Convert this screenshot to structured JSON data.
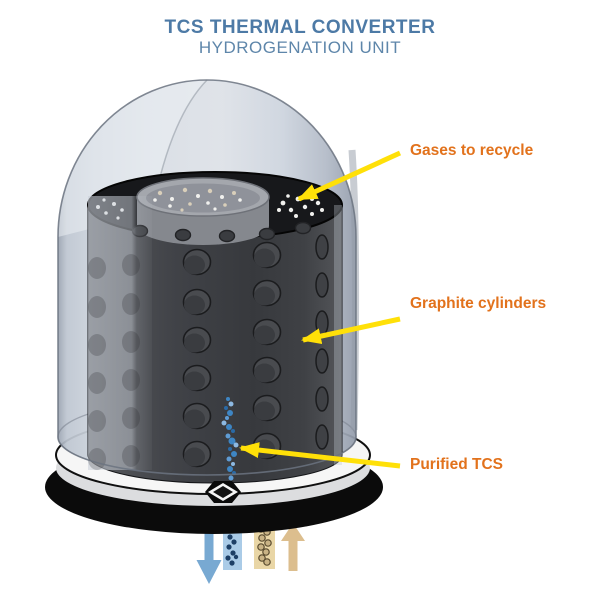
{
  "title": {
    "line1": "TCS THERMAL CONVERTER",
    "line2": "HYDROGENATION UNIT"
  },
  "callouts": {
    "gases": {
      "text": "Gases to recycle"
    },
    "graphite": {
      "text": "Graphite cylinders"
    },
    "purified": {
      "text": "Purified TCS"
    }
  },
  "icons": {
    "callout_pointer": "yellow-arrow-pointer",
    "tcs_outflow": "arrow-down",
    "recycle_inflow": "arrow-up",
    "outlet_fitting": "hex-nut"
  },
  "colors": {
    "title": "#4d7aa6",
    "subtitle": "#5e86aa",
    "label": "#e2721c",
    "callout_arrow": "#ffe008",
    "dome": "#ccd3dc",
    "graphite": "#3c3e42",
    "base_ring": "#0b0b0b",
    "platform": "#f6f6f6",
    "tcs_stream": "#3e86c4",
    "tcs_flow_column": "#aacbe7",
    "tcs_down_arrow": "#78a9d2",
    "recycle_column": "#e9d6a6",
    "recycle_up_arrow": "#dcbe8e"
  }
}
